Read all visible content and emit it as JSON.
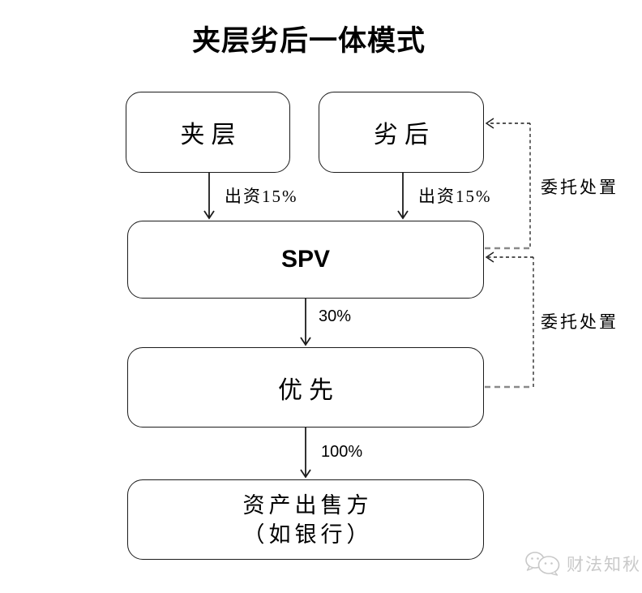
{
  "title": "夹层劣后一体模式",
  "diagram": {
    "nodes": {
      "mezzanine": {
        "label": "夹层"
      },
      "subordinate": {
        "label": "劣后"
      },
      "spv": {
        "label": "SPV"
      },
      "senior": {
        "label": "优先"
      },
      "asset_seller": {
        "line1": "资产出售方",
        "line2": "（如银行）"
      }
    },
    "edges": {
      "mezzanine_to_spv": {
        "label": "出资15%"
      },
      "subordinate_to_spv": {
        "label": "出资15%"
      },
      "spv_to_senior": {
        "label": "30%"
      },
      "senior_to_seller": {
        "label": "100%"
      },
      "entrust_spv_to_subordinate": {
        "label": "委托处置"
      },
      "entrust_senior_to_spv": {
        "label": "委托处置"
      }
    },
    "colors": {
      "line": "#1c1c1c",
      "dashed_dark": "#2e2e2e",
      "dashed_gray": "#8a8a8a",
      "box_border": "#1c1c1c",
      "background": "#ffffff"
    }
  },
  "watermark": {
    "icon": "wechat-icon",
    "text": "财法知秋",
    "color": "#c9c9c9"
  }
}
